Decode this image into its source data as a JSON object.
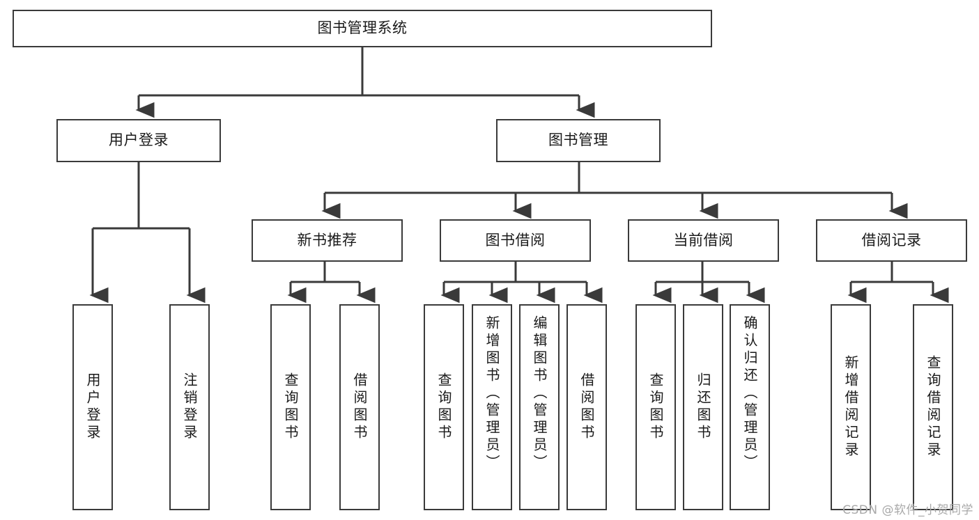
{
  "diagram": {
    "type": "tree-hierarchy-chart",
    "title": "图书管理系统",
    "line_color": "#3a3a3a",
    "box_fill": "#ffffff",
    "text_color": "#1a1a1a",
    "nodes": {
      "root": {
        "label": "图书管理系统",
        "level": 1
      },
      "user_login": {
        "label": "用户登录",
        "level": 2
      },
      "book_mgmt": {
        "label": "图书管理",
        "level": 2
      },
      "new_book_rec": {
        "label": "新书推荐",
        "level": 3
      },
      "book_borrow": {
        "label": "图书借阅",
        "level": 3
      },
      "current_borrow": {
        "label": "当前借阅",
        "level": 3
      },
      "borrow_record": {
        "label": "借阅记录",
        "level": 3
      },
      "leaf_user_login": {
        "label": "用户登录",
        "level": 4
      },
      "leaf_logout": {
        "label": "注销登录",
        "level": 4
      },
      "leaf_query_book_1": {
        "label": "查询图书",
        "level": 4
      },
      "leaf_borrow_book_1": {
        "label": "借阅图书",
        "level": 4
      },
      "leaf_query_book_2": {
        "label": "查询图书",
        "level": 4
      },
      "leaf_add_book": {
        "label": "新增图书（管理员）",
        "level": 4
      },
      "leaf_edit_book": {
        "label": "编辑图书（管理员）",
        "level": 4
      },
      "leaf_borrow_book_2": {
        "label": "借阅图书",
        "level": 4
      },
      "leaf_query_book_3": {
        "label": "查询图书",
        "level": 4
      },
      "leaf_return_book": {
        "label": "归还图书",
        "level": 4
      },
      "leaf_confirm_return": {
        "label": "确认归还（管理员）",
        "level": 4
      },
      "leaf_add_record": {
        "label": "新增借阅记录",
        "level": 4
      },
      "leaf_query_record": {
        "label": "查询借阅记录",
        "level": 4
      }
    }
  },
  "watermark": {
    "text": "CSDN @软件_小贺同学"
  }
}
